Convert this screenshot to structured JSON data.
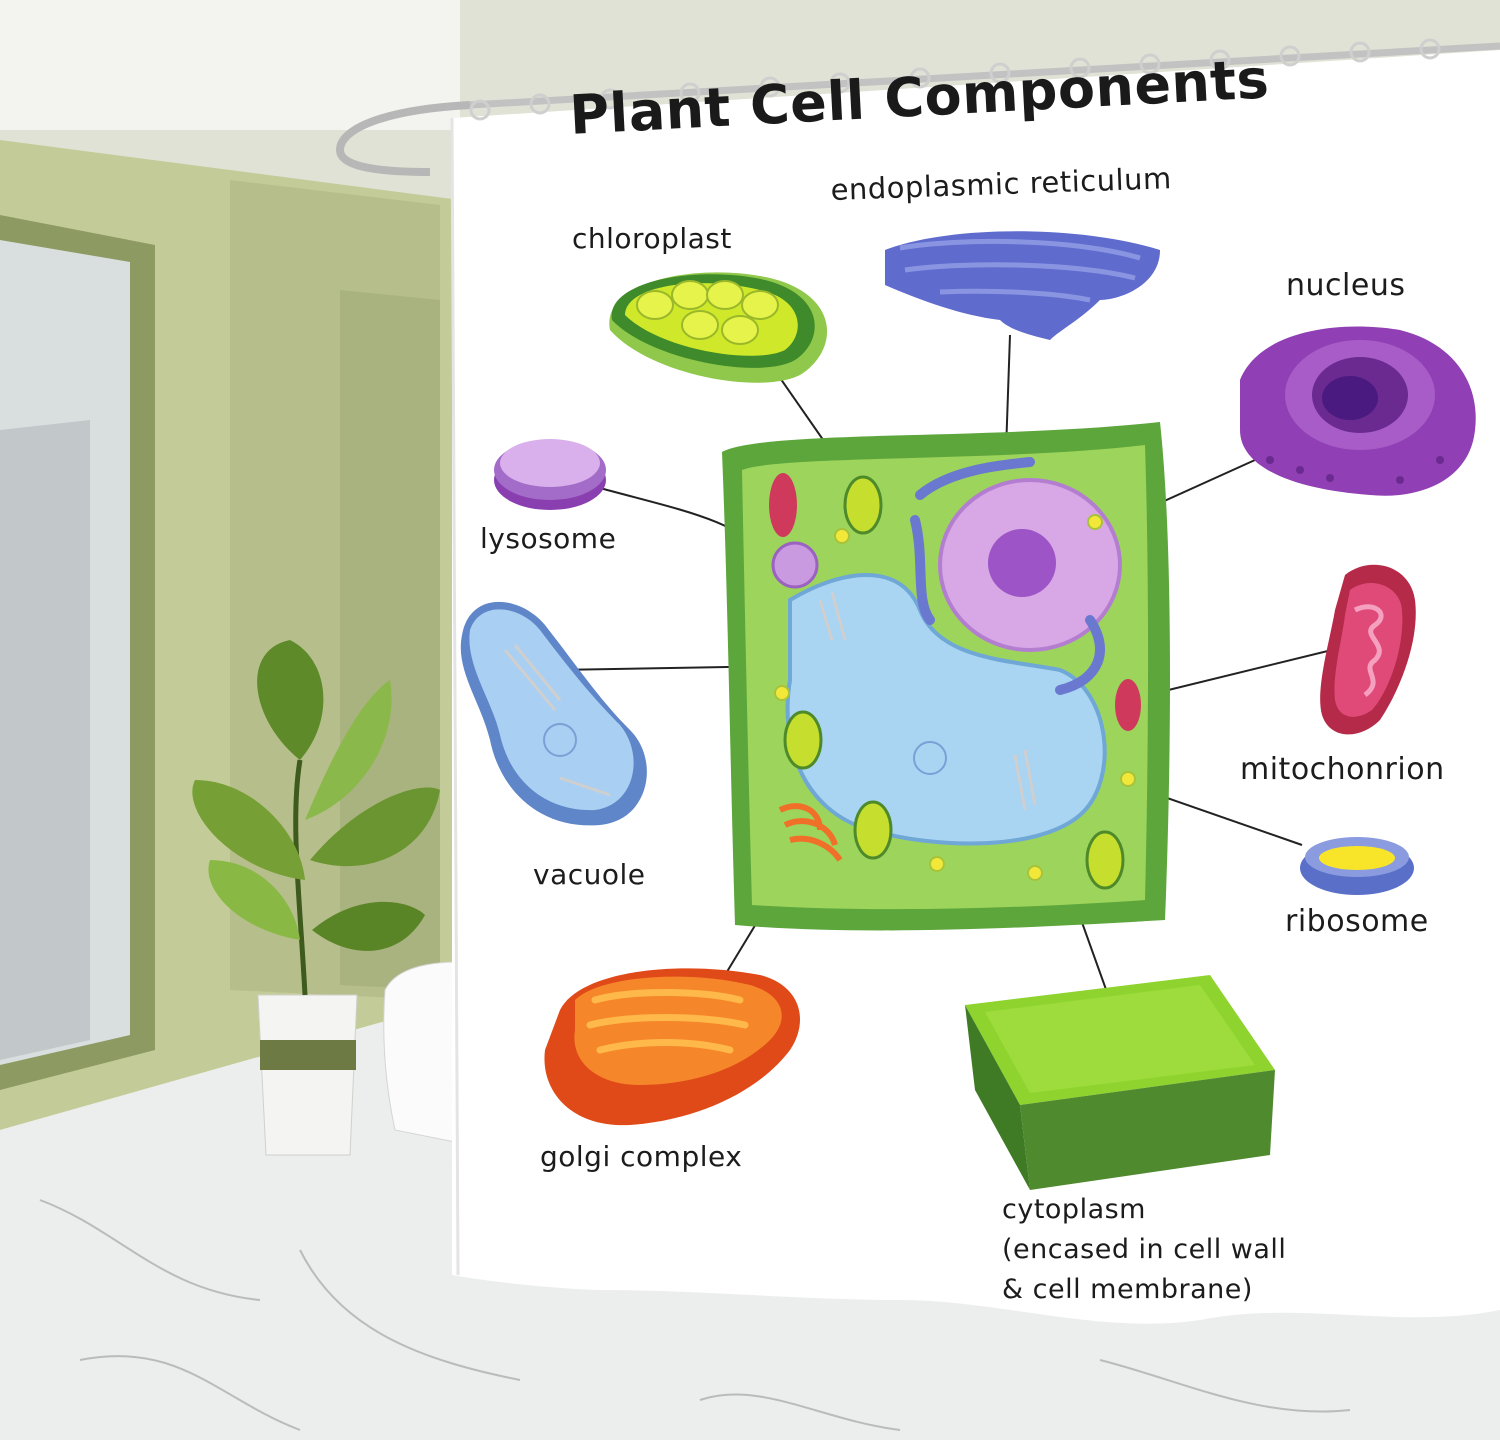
{
  "poster": {
    "title": "Plant Cell Components",
    "labels": {
      "chloroplast": "chloroplast",
      "endoplasmic_reticulum": "endoplasmic reticulum",
      "nucleus": "nucleus",
      "lysosome": "lysosome",
      "vacuole": "vacuole",
      "mitochondrion": "mitochonrion",
      "ribosome": "ribosome",
      "golgi_complex": "golgi complex",
      "cytoplasm_line1": "cytoplasm",
      "cytoplasm_line2": "(encased in cell wall",
      "cytoplasm_line3": "& cell membrane)"
    }
  },
  "colors": {
    "cell_wall": "#58a23a",
    "cytoplasm": "#9bd45a",
    "vacuole": "#a8d4f2",
    "nucleus": "#c07bd4",
    "nucleolus": "#8a3fb0",
    "chloroplast": "#c6df2e",
    "er": "#5d6bc2",
    "golgi": "#f06a1e",
    "mitochondrion": "#c83a5a",
    "ribosome_fill": "#f5e23a",
    "lysosome": "#c28ed8",
    "curtain": "#ffffff",
    "wall": "#cfd6b0"
  }
}
